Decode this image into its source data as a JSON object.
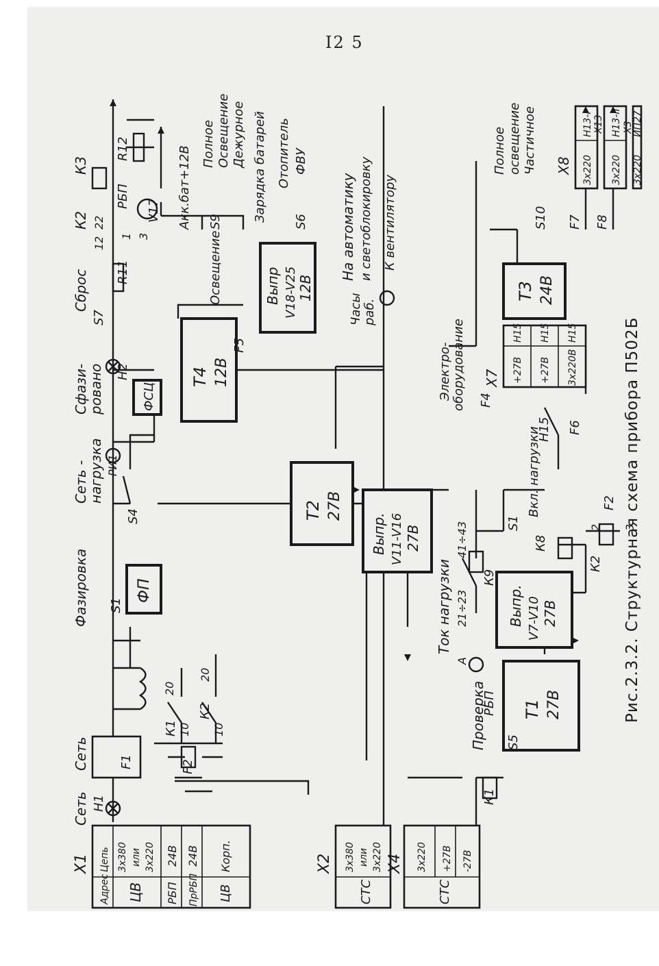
{
  "page_number": "I2 5",
  "caption": "Рис.2.3.2. Структурная схема прибора П502Б",
  "connectors": {
    "x1": {
      "id": "X1",
      "rows": [
        {
          "left": "Адрес",
          "right": "Цепь"
        },
        {
          "left": "ЦВ",
          "right_lines": [
            "3х380",
            "или",
            "3х220"
          ]
        },
        {
          "left": "РБП",
          "right": "24В"
        },
        {
          "left": "ПрРБП",
          "right": "24В"
        },
        {
          "left": "ЦВ",
          "right": "Корп."
        }
      ]
    },
    "x2": {
      "id": "X2",
      "left": "СТС",
      "right_lines": [
        "3х380",
        "или",
        "3х220"
      ]
    },
    "x4": {
      "id": "X4",
      "left": "СТС",
      "right_top": "3х220",
      "right_mid": "+27В",
      "right_bot": "-27В"
    },
    "x7": {
      "id": "X7",
      "rows": [
        [
          "+27В",
          "Н15"
        ],
        [
          "+27В",
          "Н15"
        ],
        [
          "3х220В",
          "Н15"
        ]
      ]
    },
    "x8": {
      "id": "X8",
      "left": "3х220",
      "right": "Н13-I"
    },
    "x13": {
      "id": "X13",
      "left": "3х220",
      "right": "Н13-II"
    },
    "x3": {
      "id": "Х3",
      "left": "3х220",
      "right": "ИП27"
    }
  },
  "blocks": {
    "fp": "ФП",
    "fsc": "ФСЦ",
    "t1": {
      "title": "Т1",
      "value": "27В"
    },
    "t2": {
      "title": "Т2",
      "value": "27В"
    },
    "t3": {
      "title": "Т3",
      "value": "24В"
    },
    "t4": {
      "title": "Т4",
      "value": "12В"
    },
    "v7": {
      "line1": "Выпр.",
      "line2": "V7-V10",
      "line3": "27В"
    },
    "v11": {
      "line1": "Выпр.",
      "line2": "V11-V16",
      "line3": "27В"
    },
    "v18": {
      "line1": "Выпр",
      "line2": "V18-V25",
      "line3": "12В"
    }
  },
  "labels": {
    "set_h1": "Сеть",
    "h1": "Н1",
    "set_f1": "Сеть",
    "f1": "F1",
    "f2": "F2",
    "fazirovka": "Фазировка",
    "s1_top": "S1",
    "k1_10": "10",
    "k1": "К1",
    "k1_20": "20",
    "k2_10": "10",
    "k2": "К2",
    "k2_20": "20",
    "set_nagruzka": "Сеть -",
    "set_nagruzka2": "нагрузка",
    "pi1": "РИ1",
    "s4": "S4",
    "sfazirovano1": "Сфази-",
    "sfazirovano2": "ровано",
    "h2": "Н2",
    "sbros": "Сброс",
    "s7": "S7",
    "k2_top": "К2",
    "k2_12": "12",
    "k2_1": "1",
    "k2_3": "3",
    "k2_22": "22",
    "k3": "К3",
    "r11": "R11",
    "rbp": "РБП",
    "v17": "V17",
    "r12": "R12",
    "akk": "Акк.бат+12В",
    "osveshchenie": "Освещение",
    "f5": "F5",
    "s9": "S9",
    "polnoe": "Полное",
    "osvesh2": "Освещение",
    "dezhurnoe": "Дежурное",
    "zaryadka": "Зарядка батарей",
    "otopitel": "Отопитель",
    "fvu": "ФВУ",
    "s6": "S6",
    "na_avtomatiku": "На автоматику",
    "svetoblok": "и светоблокировку",
    "chasy1": "Часы",
    "chasy2": "раб.",
    "k_vent": "К вентилятору",
    "s10": "S10",
    "polnoe2": "Полное",
    "osvesh3": "освещение",
    "chastochnoe": "Частичное",
    "elektro1": "Электро-",
    "elektro2": "оборудование",
    "f4": "F4",
    "h15": "Н15",
    "f6": "F6",
    "f7": "F7",
    "f8": "F8",
    "tok": "Ток нагрузки",
    "ammeter": "А",
    "r21": "21÷23",
    "r41": "41÷43",
    "k9": "К9",
    "s1_bot": "S1",
    "vkl": "Вкл. нагрузки",
    "k8": "К8",
    "k2_bot": "К2",
    "f2_bot": "F2",
    "f2_2": "2",
    "f2_3": "3",
    "proverka": "Проверка",
    "rbp2": "РБП",
    "s5": "S5",
    "k1_bot": "К1"
  }
}
